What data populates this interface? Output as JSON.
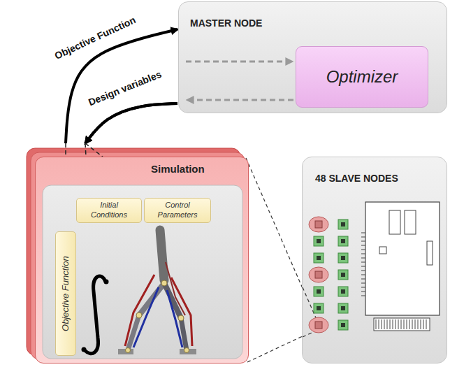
{
  "diagram": {
    "nodes": [
      {
        "text": [
          "MASTER NODE"
        ]
      },
      {
        "text": [
          "Optimizer"
        ],
        "in": 0
      },
      {
        "text": [
          "Simulation"
        ]
      },
      {
        "text": [
          "Initial Conditions"
        ],
        "in": 2
      },
      {
        "text": [
          "Control Parameters"
        ],
        "in": 2
      },
      {
        "text": [
          "Objective Function"
        ],
        "in": 2
      },
      {
        "text": [
          "48 SLAVE NODES"
        ]
      }
    ],
    "edges": [
      {
        "from": 5,
        "to": 0,
        "label": "Objective Function",
        "arrow": "to"
      },
      {
        "from": 0,
        "to": 3,
        "label": "Design variables",
        "arrow": "to"
      },
      {
        "from": 0,
        "to": 4,
        "arrow": "to"
      }
    ]
  }
}
